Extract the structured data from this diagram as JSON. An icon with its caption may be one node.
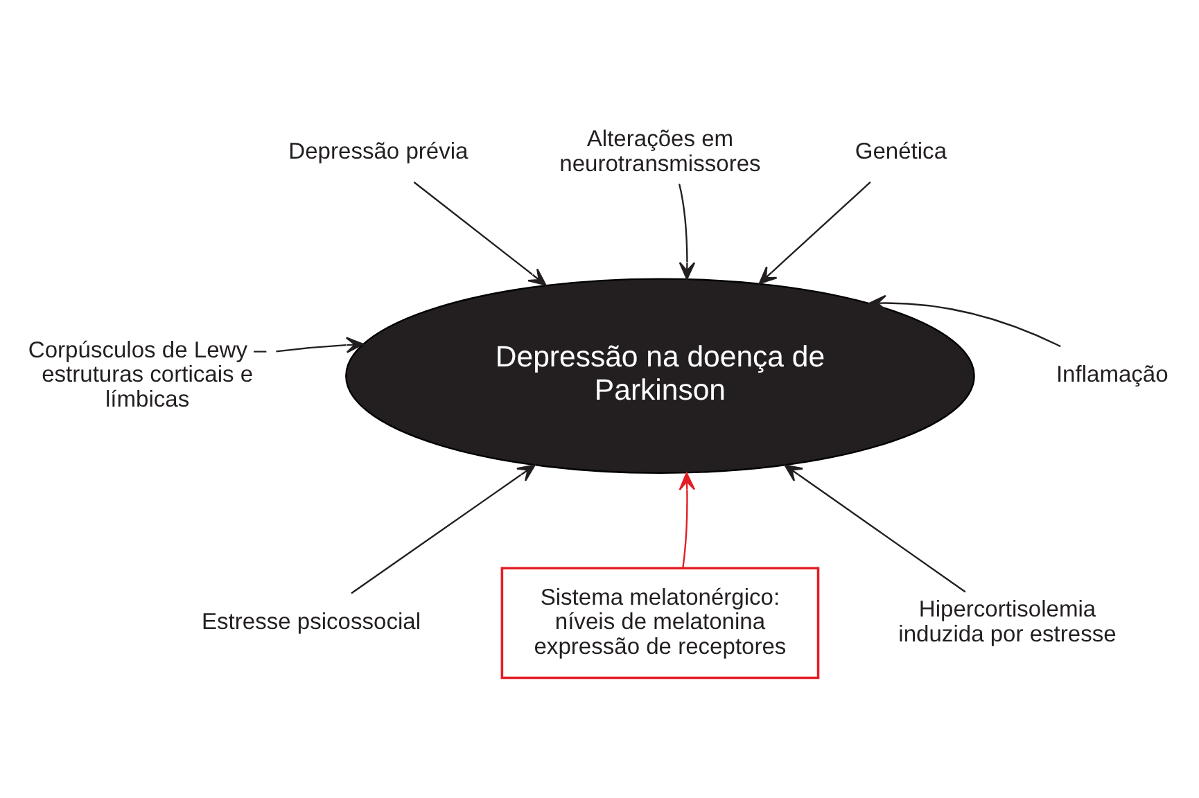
{
  "diagram": {
    "nodes": [
      {
        "text": [
          "Depressão prévia"
        ]
      },
      {
        "text": [
          "Alterações em neurotransmissores"
        ]
      },
      {
        "text": [
          "Genética"
        ]
      },
      {
        "text": [
          "Corpúsculos de Lewy – estruturas corticais e límbicas"
        ]
      },
      {
        "text": [
          "Depressão na doença de Parkinson"
        ]
      },
      {
        "text": [
          "Inflamação"
        ]
      },
      {
        "text": [
          "Estresse psicossocial"
        ]
      },
      {
        "text": [
          "Sistema melatonérgico: níveis de melatonina expressão de receptores"
        ]
      },
      {
        "text": [
          "Hipercortisolemia induzida por estresse"
        ]
      }
    ],
    "edges": [
      {
        "from": 0,
        "to": 4,
        "arrow": "to"
      },
      {
        "from": 1,
        "to": 4,
        "arrow": "to"
      },
      {
        "from": 2,
        "to": 4,
        "arrow": "to"
      },
      {
        "from": 3,
        "to": 4,
        "arrow": "to"
      },
      {
        "from": 5,
        "to": 4,
        "arrow": "to"
      },
      {
        "from": 6,
        "to": 4,
        "arrow": "to"
      },
      {
        "from": 7,
        "to": 4,
        "arrow": "to",
        "color": "#e31e24"
      },
      {
        "from": 8,
        "to": 4,
        "arrow": "to"
      }
    ]
  }
}
